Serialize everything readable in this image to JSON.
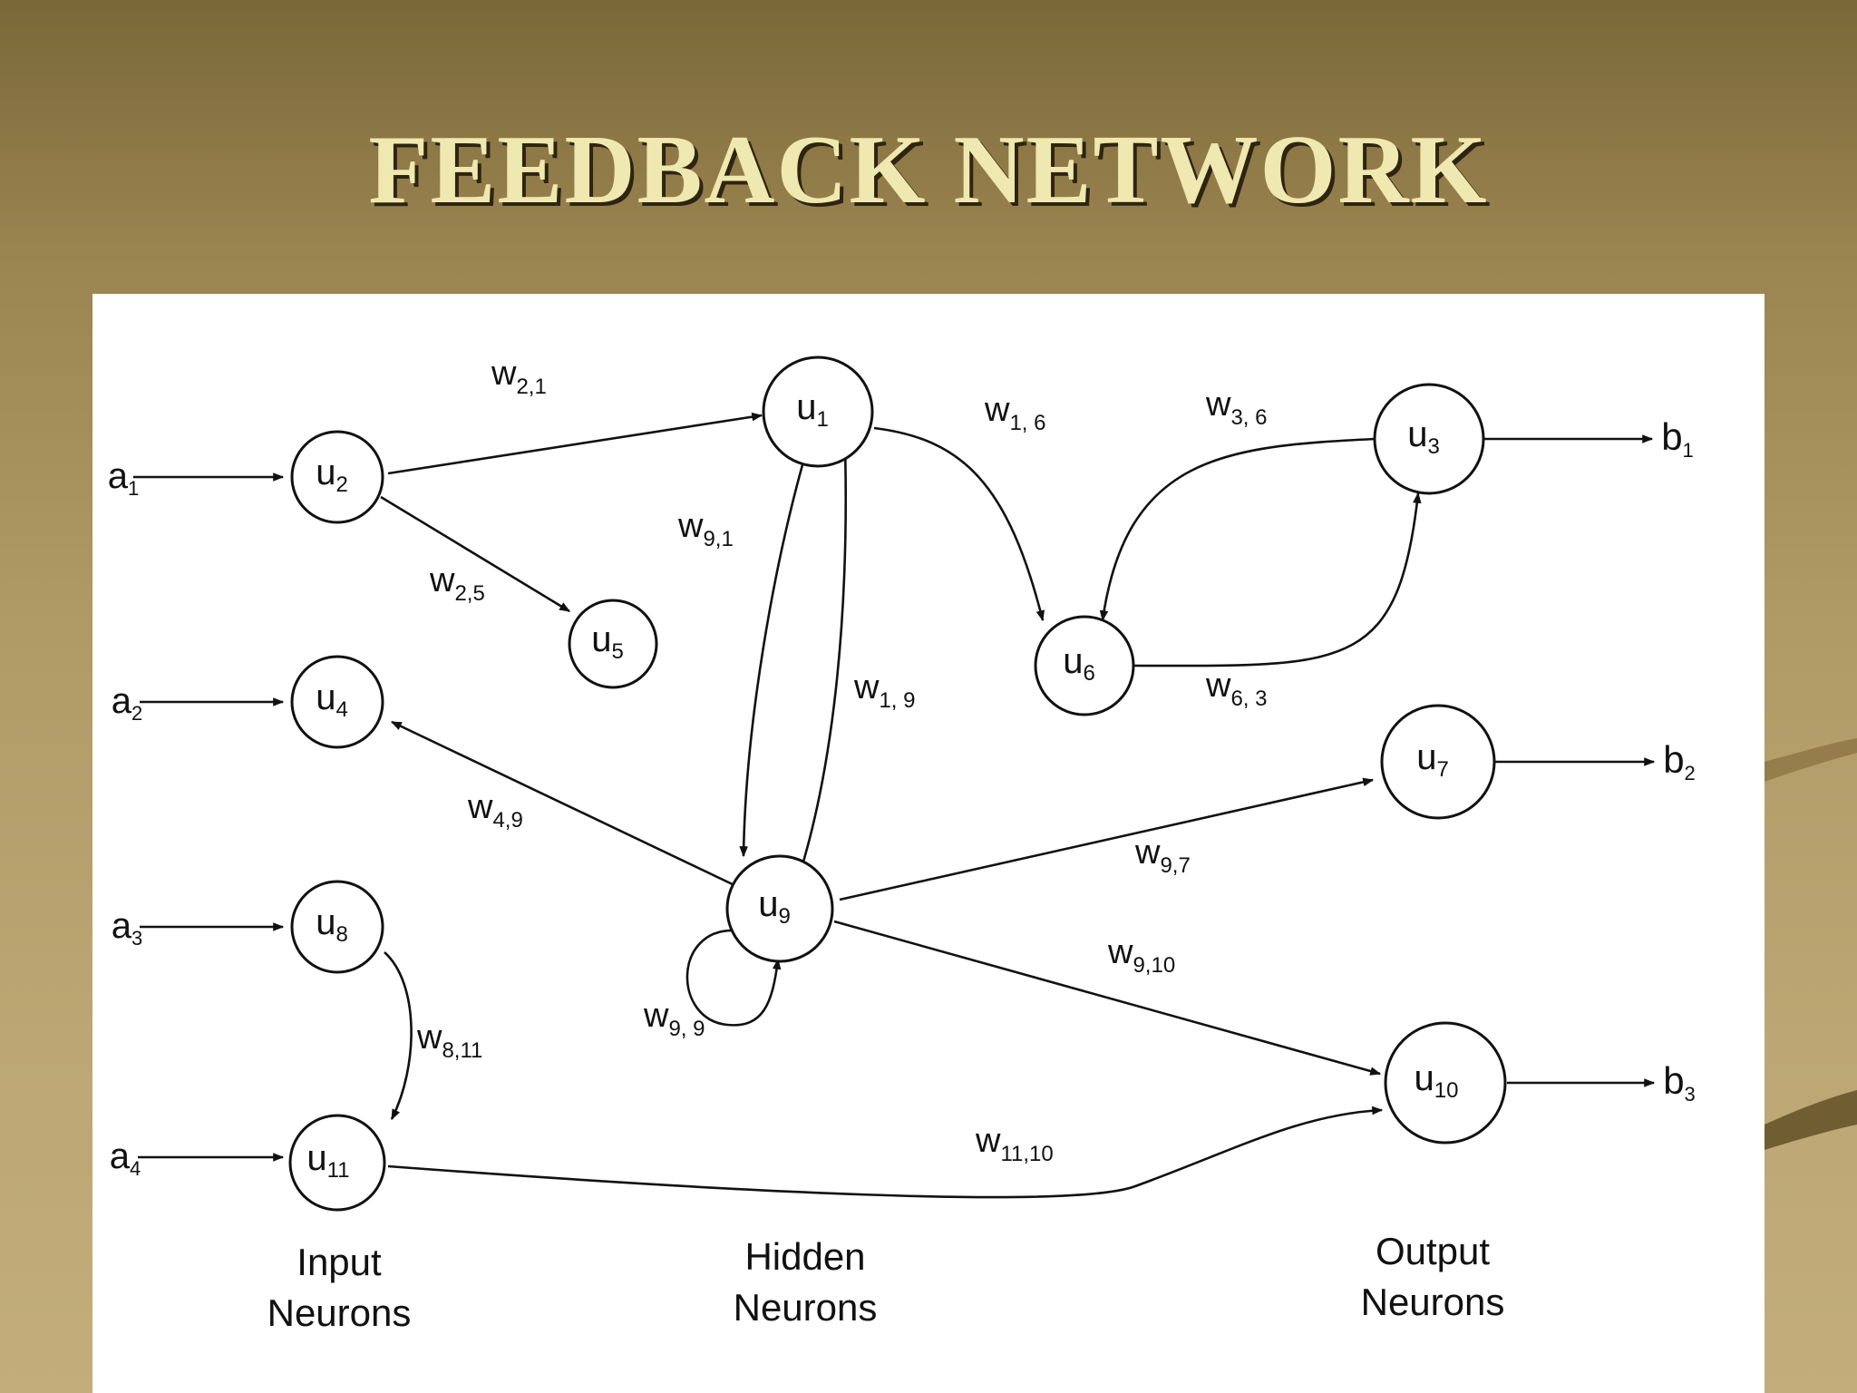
{
  "slide": {
    "title": "FEEDBACK NETWORK"
  },
  "neurons": {
    "u1": {
      "main": "u",
      "sub": "1"
    },
    "u2": {
      "main": "u",
      "sub": "2"
    },
    "u3": {
      "main": "u",
      "sub": "3"
    },
    "u4": {
      "main": "u",
      "sub": "4"
    },
    "u5": {
      "main": "u",
      "sub": "5"
    },
    "u6": {
      "main": "u",
      "sub": "6"
    },
    "u7": {
      "main": "u",
      "sub": "7"
    },
    "u8": {
      "main": "u",
      "sub": "8"
    },
    "u9": {
      "main": "u",
      "sub": "9"
    },
    "u10": {
      "main": "u",
      "sub": "10"
    },
    "u11": {
      "main": "u",
      "sub": "11"
    }
  },
  "inputs": {
    "a1": {
      "main": "a",
      "sub": "1"
    },
    "a2": {
      "main": "a",
      "sub": "2"
    },
    "a3": {
      "main": "a",
      "sub": "3"
    },
    "a4": {
      "main": "a",
      "sub": "4"
    }
  },
  "outputs": {
    "b1": {
      "main": "b",
      "sub": "1"
    },
    "b2": {
      "main": "b",
      "sub": "2"
    },
    "b3": {
      "main": "b",
      "sub": "3"
    }
  },
  "weights": {
    "w21": {
      "main": "w",
      "sub": "2,1"
    },
    "w25": {
      "main": "w",
      "sub": "2,5"
    },
    "w91": {
      "main": "w",
      "sub": "9,1"
    },
    "w19": {
      "main": "w",
      "sub": "1, 9"
    },
    "w16": {
      "main": "w",
      "sub": "1, 6"
    },
    "w36": {
      "main": "w",
      "sub": "3, 6"
    },
    "w63": {
      "main": "w",
      "sub": "6, 3"
    },
    "w49": {
      "main": "w",
      "sub": "4,9"
    },
    "w97": {
      "main": "w",
      "sub": "9,7"
    },
    "w910": {
      "main": "w",
      "sub": "9,10"
    },
    "w99": {
      "main": "w",
      "sub": "9, 9"
    },
    "w811": {
      "main": "w",
      "sub": "8,11"
    },
    "w1110": {
      "main": "w",
      "sub": "11,10"
    }
  },
  "groups": {
    "input": {
      "line1": "Input",
      "line2": "Neurons"
    },
    "hidden": {
      "line1": "Hidden",
      "line2": "Neurons"
    },
    "output": {
      "line1": "Output",
      "line2": "Neurons"
    }
  }
}
